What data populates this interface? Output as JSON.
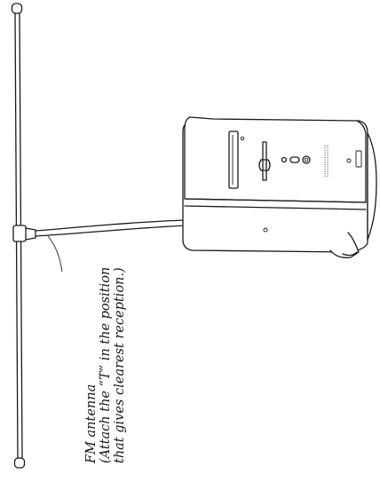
{
  "callout": {
    "title": "FM antenna",
    "instruction_line1": "(Attach the “T” in the position",
    "instruction_line2": "that gives clearest reception.)"
  }
}
